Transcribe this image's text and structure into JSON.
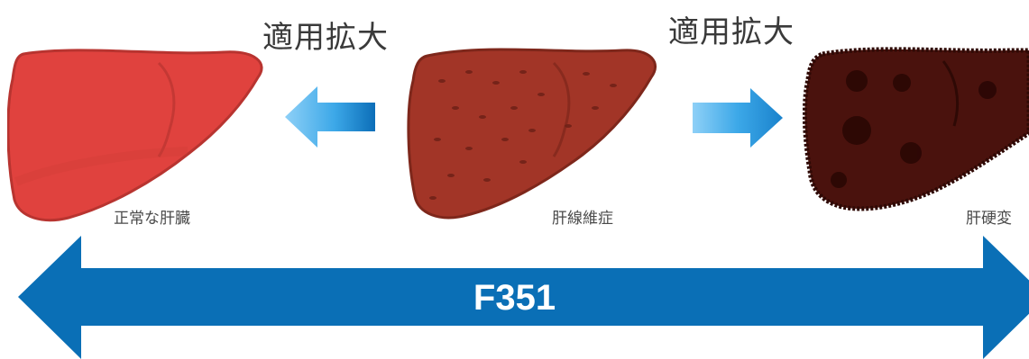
{
  "scope_labels": {
    "left": "適用拡大",
    "right": "適用拡大"
  },
  "stages": {
    "normal": {
      "label": "正常な肝臓",
      "color": "#e0423e"
    },
    "fibrosis": {
      "label": "肝線維症",
      "color": "#a23527"
    },
    "cirrhosis": {
      "label": "肝硬変",
      "color": "#4a120d"
    }
  },
  "range_bar": {
    "label": "F351",
    "color": "#0a6fb6"
  },
  "arrow_colors": {
    "light": "#8ed0f7",
    "mid": "#3ca8e8",
    "dark": "#0c6eb8"
  }
}
